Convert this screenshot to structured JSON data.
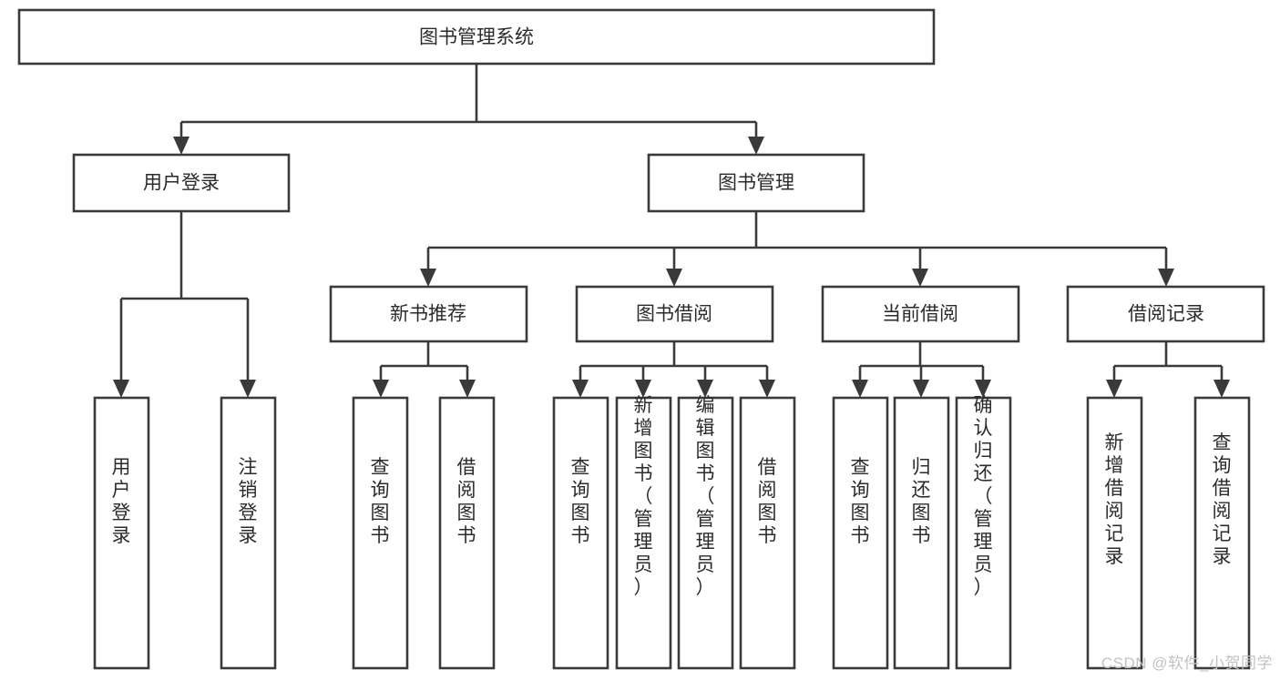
{
  "diagram": {
    "type": "tree-hierarchy",
    "title": "图书管理系统",
    "watermark": "CSDN @软件_小贺同学",
    "colors": {
      "stroke": "#3a3a3a",
      "fill": "#ffffff",
      "text": "#2b2b2b",
      "watermark": "#c2c2c2"
    },
    "levels": {
      "root": {
        "label": "图书管理系统"
      },
      "level2": [
        {
          "id": "user-login",
          "label": "用户登录"
        },
        {
          "id": "book-management",
          "label": "图书管理"
        }
      ],
      "level3": [
        {
          "id": "new-book-recommend",
          "label": "新书推荐",
          "parent": "book-management"
        },
        {
          "id": "book-borrow",
          "label": "图书借阅",
          "parent": "book-management"
        },
        {
          "id": "current-borrow",
          "label": "当前借阅",
          "parent": "book-management"
        },
        {
          "id": "borrow-record",
          "label": "借阅记录",
          "parent": "book-management"
        }
      ],
      "leaves": [
        {
          "id": "leaf-user-login",
          "label": "用户登录",
          "parent": "user-login"
        },
        {
          "id": "leaf-logout-login",
          "label": "注销登录",
          "parent": "user-login"
        },
        {
          "id": "leaf-query-book-1",
          "label": "查询图书",
          "parent": "new-book-recommend"
        },
        {
          "id": "leaf-borrow-book-1",
          "label": "借阅图书",
          "parent": "new-book-recommend"
        },
        {
          "id": "leaf-query-book-2",
          "label": "查询图书",
          "parent": "book-borrow"
        },
        {
          "id": "leaf-add-book",
          "label": "新增图书（管理员）",
          "parent": "book-borrow"
        },
        {
          "id": "leaf-edit-book",
          "label": "编辑图书（管理员）",
          "parent": "book-borrow"
        },
        {
          "id": "leaf-borrow-book-2",
          "label": "借阅图书",
          "parent": "book-borrow"
        },
        {
          "id": "leaf-query-book-3",
          "label": "查询图书",
          "parent": "current-borrow"
        },
        {
          "id": "leaf-return-book",
          "label": "归还图书",
          "parent": "current-borrow"
        },
        {
          "id": "leaf-confirm-return",
          "label": "确认归还（管理员）",
          "parent": "current-borrow"
        },
        {
          "id": "leaf-add-record",
          "label": "新增借阅记录",
          "parent": "borrow-record"
        },
        {
          "id": "leaf-query-record",
          "label": "查询借阅记录",
          "parent": "borrow-record"
        }
      ]
    }
  }
}
